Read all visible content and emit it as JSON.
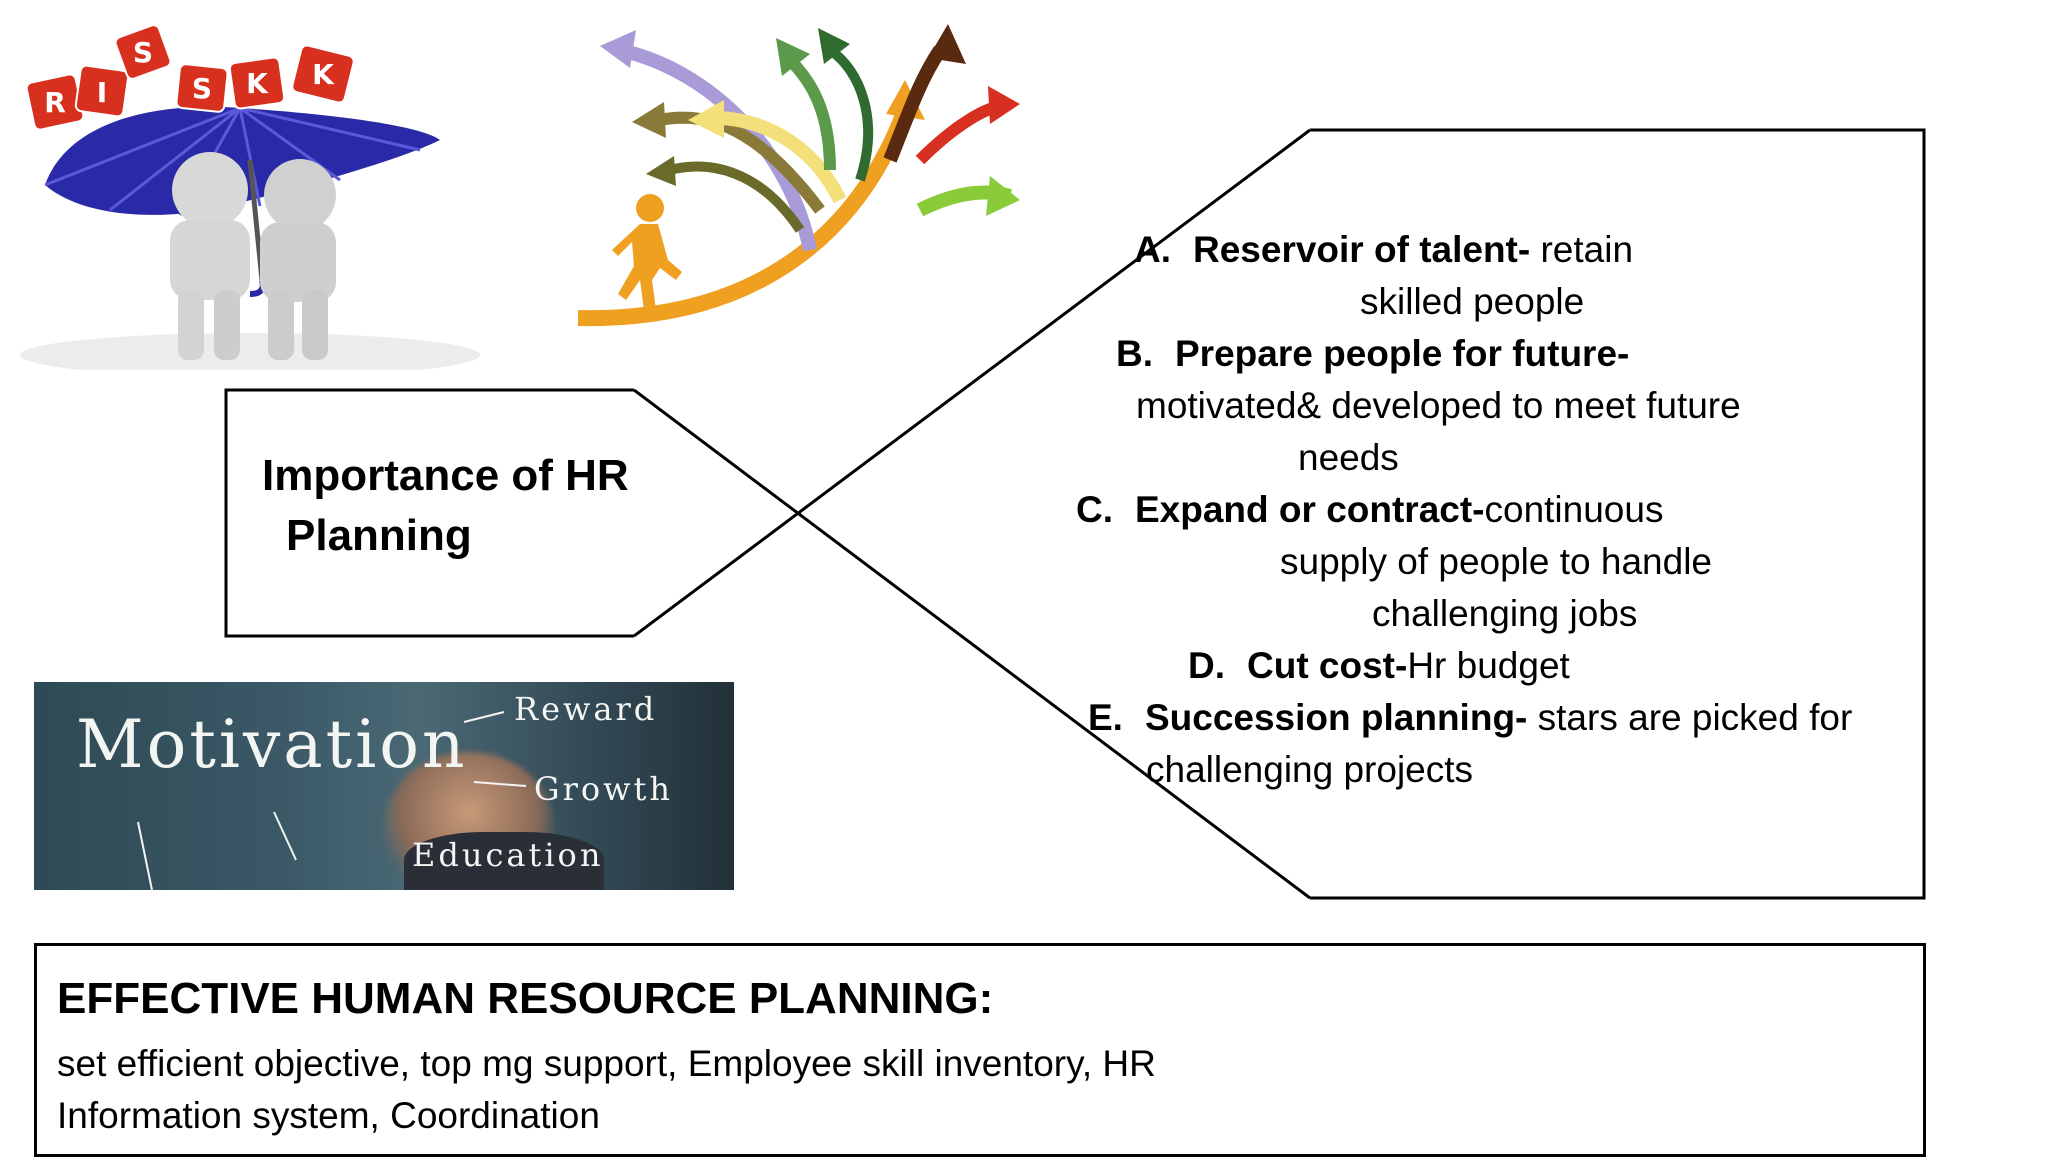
{
  "hr_planning": {
    "title_line1": "Importance of HR",
    "title_line2": "Planning"
  },
  "importance_list": [
    {
      "label": "A.",
      "bold": "Reservoir of talent-",
      "text": " retain",
      "continuation": [
        "skilled people"
      ]
    },
    {
      "label": "B.",
      "bold": "Prepare people for future-",
      "text": "",
      "continuation": [
        "motivated& developed to meet future",
        "needs"
      ]
    },
    {
      "label": "C.",
      "bold": "Expand or contract-",
      "text": "continuous",
      "continuation": [
        "supply of people to handle",
        "challenging jobs"
      ]
    },
    {
      "label": "D.",
      "bold": "Cut cost-",
      "text": "Hr budget",
      "continuation": []
    },
    {
      "label": "E.",
      "bold": "Succession planning-",
      "text": " stars are picked for",
      "continuation": [
        "challenging projects"
      ]
    }
  ],
  "effective_hr": {
    "heading": "EFFECTIVE HUMAN RESOURCE PLANNING:",
    "line1": "set efficient objective, top mg support, Employee skill inventory, HR",
    "line2": "Information system, Coordination"
  },
  "images": {
    "risk_dice": [
      "R",
      "I",
      "S",
      "S",
      "K",
      "K"
    ],
    "motivation_board": {
      "main": "Motivation",
      "items": [
        "Reward",
        "Growth",
        "Education"
      ]
    }
  },
  "colors": {
    "dice_red": "#d7301f",
    "umbrella_blue": "#2a2aa8",
    "board_dark": "#2e4a55",
    "walker_orange": "#f0a020"
  }
}
